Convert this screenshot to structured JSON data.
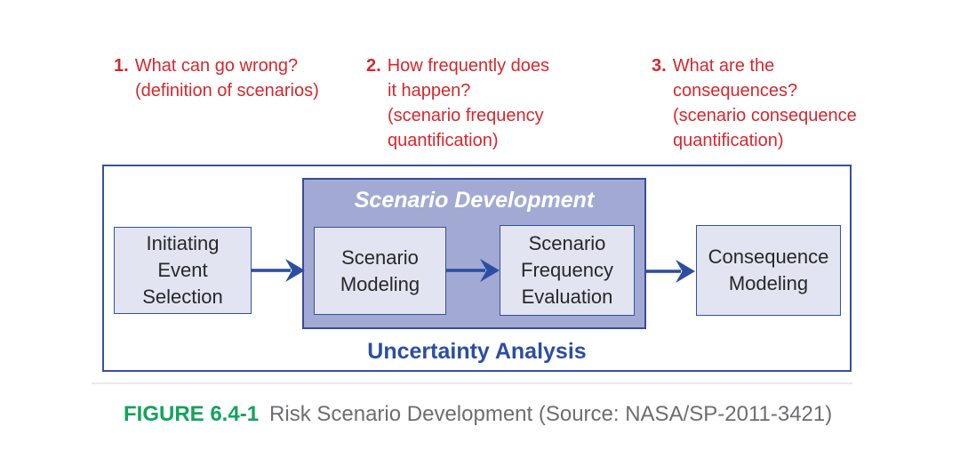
{
  "colors": {
    "question_red": "#D6272E",
    "navy": "#2B4EA2",
    "frame_border": "#35519F",
    "container_fill": "#A2AAD3",
    "container_border": "#3A4AA0",
    "box_fill": "#E2E4F1",
    "box_text": "#26282B",
    "caption_green": "#13A35D",
    "caption_gray": "#6D6E71"
  },
  "questions": [
    {
      "number": "1.",
      "lines": [
        "What can go wrong?",
        "(definition of scenarios)"
      ]
    },
    {
      "number": "2.",
      "lines": [
        "How frequently does",
        "it happen?",
        "(scenario frequency",
        "quantification)"
      ]
    },
    {
      "number": "3.",
      "lines": [
        "What are the",
        "consequences?",
        "(scenario consequence",
        "quantification)"
      ]
    }
  ],
  "diagram": {
    "scenario_development_label": "Scenario Development",
    "uncertainty_label": "Uncertainty Analysis",
    "boxes": {
      "initiating": {
        "lines": [
          "Initiating",
          "Event",
          "Selection"
        ]
      },
      "scenario_modeling": {
        "lines": [
          "Scenario",
          "Modeling"
        ]
      },
      "scenario_frequency": {
        "lines": [
          "Scenario",
          "Frequency",
          "Evaluation"
        ]
      },
      "consequence": {
        "lines": [
          "Consequence",
          "Modeling"
        ]
      }
    }
  },
  "caption": {
    "label": "FIGURE 6.4-1",
    "text": "Risk Scenario Development (Source: NASA/SP-2011-3421)"
  }
}
